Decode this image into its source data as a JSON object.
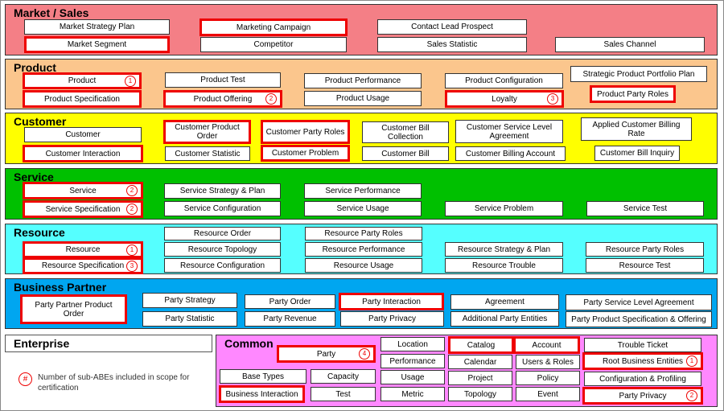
{
  "colors": {
    "market": "#f47f86",
    "product": "#fbc68d",
    "customer": "#ffff00",
    "service": "#00c000",
    "resource": "#55ffff",
    "partner": "#00a6f0",
    "enterprise": "#ffffff",
    "common": "#ff88ff",
    "highlight": "#ee0000"
  },
  "domains": {
    "market": "Market / Sales",
    "product": "Product",
    "customer": "Customer",
    "service": "Service",
    "resource": "Resource",
    "partner": "Business Partner",
    "enterprise": "Enterprise",
    "common": "Common"
  },
  "market": {
    "strategy_plan": "Market Strategy Plan",
    "campaign": "Marketing Campaign",
    "contact_lead": "Contact Lead Prospect",
    "segment": "Market Segment",
    "competitor": "Competitor",
    "sales_statistic": "Sales Statistic",
    "sales_channel": "Sales Channel"
  },
  "product": {
    "product": "Product",
    "product_num": "1",
    "test": "Product Test",
    "performance": "Product Performance",
    "configuration": "Product Configuration",
    "portfolio_plan": "Strategic Product Portfolio Plan",
    "specification": "Product Specification",
    "offering": "Product Offering",
    "offering_num": "2",
    "usage": "Product Usage",
    "loyalty": "Loyalty",
    "loyalty_num": "3",
    "party_roles": "Product Party Roles"
  },
  "customer": {
    "customer": "Customer",
    "product_order": "Customer Product Order",
    "party_roles": "Customer Party Roles",
    "bill_collection": "Customer Bill Collection",
    "service_level": "Customer Service Level Agreement",
    "applied_billing_rate": "Applied Customer Billing Rate",
    "interaction": "Customer Interaction",
    "statistic": "Customer Statistic",
    "problem": "Customer Problem",
    "bill": "Customer Bill",
    "billing_account": "Customer Billing Account",
    "bill_inquiry": "Customer Bill Inquiry"
  },
  "service": {
    "service": "Service",
    "service_num": "2",
    "strategy_plan": "Service Strategy & Plan",
    "performance": "Service Performance",
    "specification": "Service Specification",
    "specification_num": "2",
    "configuration": "Service Configuration",
    "usage": "Service Usage",
    "problem": "Service Problem",
    "test": "Service Test"
  },
  "resource": {
    "order": "Resource Order",
    "party_roles_top": "Resource Party Roles",
    "resource": "Resource",
    "resource_num": "1",
    "topology": "Resource Topology",
    "performance": "Resource Performance",
    "strategy_plan": "Resource Strategy & Plan",
    "party_roles": "Resource Party Roles",
    "specification": "Resource Specification",
    "specification_num": "3",
    "configuration": "Resource Configuration",
    "usage": "Resource Usage",
    "trouble": "Resource Trouble",
    "test": "Resource Test"
  },
  "partner": {
    "party_product_order": "Party Partner Product Order",
    "strategy": "Party Strategy",
    "order": "Party Order",
    "interaction": "Party Interaction",
    "agreement": "Agreement",
    "service_level": "Party Service Level Agreement",
    "statistic": "Party Statistic",
    "revenue": "Party Revenue",
    "privacy": "Party Privacy",
    "additional_entities": "Additional Party Entities",
    "spec_offering": "Party Product Specification & Offering"
  },
  "common": {
    "party": "Party",
    "party_num": "4",
    "location": "Location",
    "catalog": "Catalog",
    "account": "Account",
    "trouble_ticket": "Trouble Ticket",
    "performance": "Performance",
    "calendar": "Calendar",
    "users_roles": "Users & Roles",
    "root_entities": "Root Business Entities",
    "root_entities_num": "1",
    "base_types": "Base Types",
    "capacity": "Capacity",
    "usage": "Usage",
    "project": "Project",
    "policy": "Policy",
    "config_profiling": "Configuration & Profiling",
    "business_interaction": "Business Interaction",
    "test": "Test",
    "metric": "Metric",
    "topology": "Topology",
    "event": "Event",
    "party_privacy": "Party Privacy",
    "party_privacy_num": "2"
  },
  "legend": {
    "symbol": "#",
    "text": "Number of sub-ABEs included in scope for certification"
  }
}
